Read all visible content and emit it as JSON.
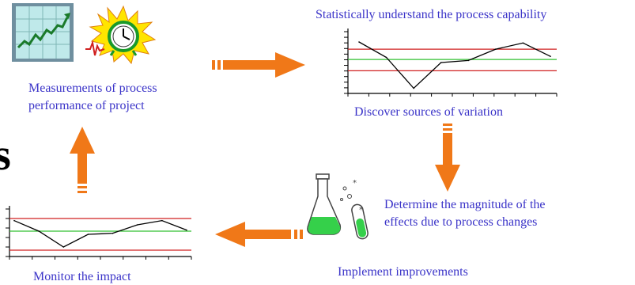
{
  "captions": {
    "measurements": [
      "Measurements of process",
      "performance of project"
    ],
    "statistically": "Statistically understand the process capability",
    "discover": "Discover sources of variation",
    "determine": [
      "Determine the magnitude of the",
      "effects due to process changes"
    ],
    "implement": "Implement improvements",
    "monitor": "Monitor the impact",
    "partial_letter": "s"
  },
  "colors": {
    "caption": "#3a33c8",
    "arrow": "#f07818",
    "upper_limit": "#d02020",
    "center_line": "#30c030",
    "lower_limit": "#d02020",
    "data_line": "#000000"
  },
  "icons": [
    "stock-chart-icon",
    "alarm-clock-icon",
    "chemistry-flask-icon"
  ],
  "chart_data": [
    {
      "type": "line",
      "name": "control-chart-top",
      "values": [
        9,
        7.5,
        4.5,
        7,
        7.2,
        8.3,
        8.9,
        7.6
      ],
      "ucl": 8.3,
      "center": 7.3,
      "lcl": 6.2,
      "ylim": [
        4,
        10
      ]
    },
    {
      "type": "line",
      "name": "control-chart-bottom",
      "values": [
        8.4,
        7.4,
        5.9,
        7.1,
        7.2,
        8,
        8.4,
        7.5
      ],
      "ucl": 8.6,
      "center": 7.4,
      "lcl": 5.6,
      "ylim": [
        5,
        9.5
      ]
    }
  ]
}
